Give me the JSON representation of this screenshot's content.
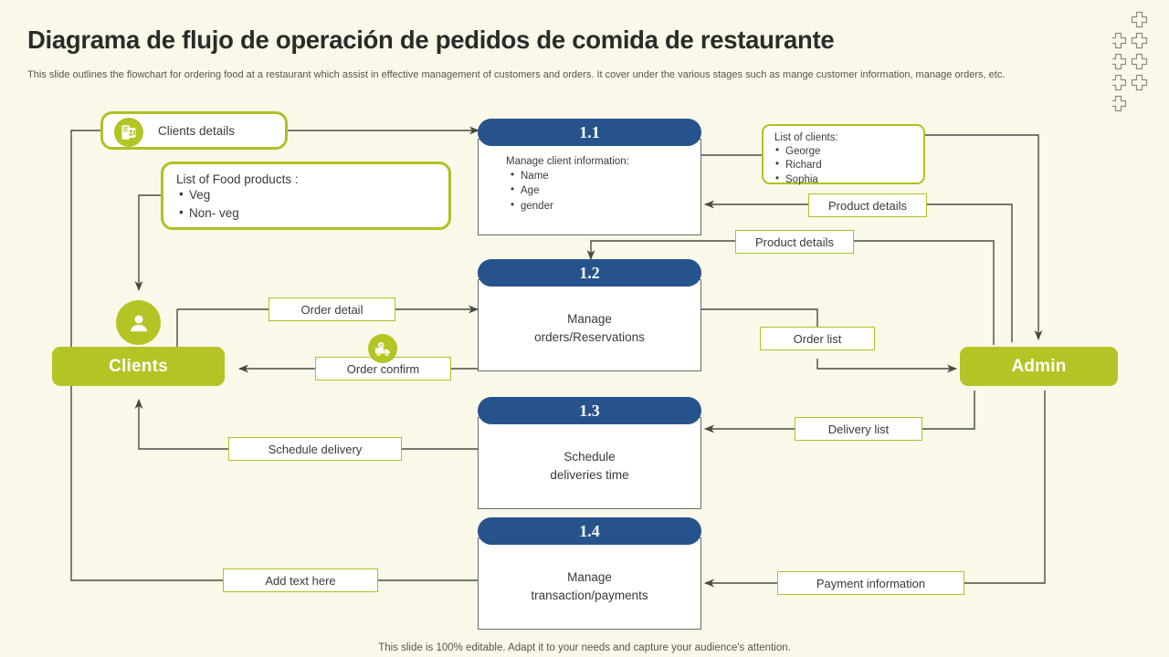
{
  "header": {
    "title": "Diagrama de flujo de operación de pedidos de comida de restaurante",
    "subtitle": "This slide outlines the flowchart for ordering food at a restaurant which assist in effective management of customers and orders. It cover under the various stages such as mange customer information, manage orders, etc."
  },
  "footer": {
    "note": "This slide is 100% editable. Adapt it to your needs and capture your audience's attention."
  },
  "colors": {
    "background": "#faf8e8",
    "green": "#b4c425",
    "green_border": "#b0c024",
    "blue": "#26538c",
    "line": "#4a4a42",
    "text": "#3a3a35"
  },
  "entities": {
    "clients": {
      "label": "Clients",
      "icon": "user-icon"
    },
    "admin": {
      "label": "Admin"
    }
  },
  "cards": {
    "clients_details": {
      "label": "Clients details",
      "icon": "id-document-icon"
    },
    "food_products": {
      "title": "List of Food products :",
      "items": [
        "Veg",
        "Non- veg"
      ]
    },
    "list_of_clients": {
      "title": "List of clients:",
      "items": [
        "George",
        "Richard",
        "Sophia"
      ]
    }
  },
  "processes": [
    {
      "id": "1.1",
      "lead": "Manage client information:",
      "items": [
        "Name",
        "Age",
        "gender"
      ],
      "body": ""
    },
    {
      "id": "1.2",
      "lead": "",
      "items": [],
      "body": "Manage\norders/Reservations"
    },
    {
      "id": "1.3",
      "lead": "",
      "items": [],
      "body": "Schedule\ndeliveries time"
    },
    {
      "id": "1.4",
      "lead": "",
      "items": [],
      "body": "Manage\ntransaction/payments"
    }
  ],
  "flow_labels": {
    "product_details_top": "Product details",
    "product_details_mid": "Product details",
    "order_detail": "Order detail",
    "order_confirm": "Order confirm",
    "order_list": "Order list",
    "delivery_list": "Delivery list",
    "schedule_delivery": "Schedule delivery",
    "payment_information": "Payment information",
    "add_text_here": "Add text here"
  },
  "icons": {
    "order_confirm": "delivery-truck-check-icon"
  }
}
